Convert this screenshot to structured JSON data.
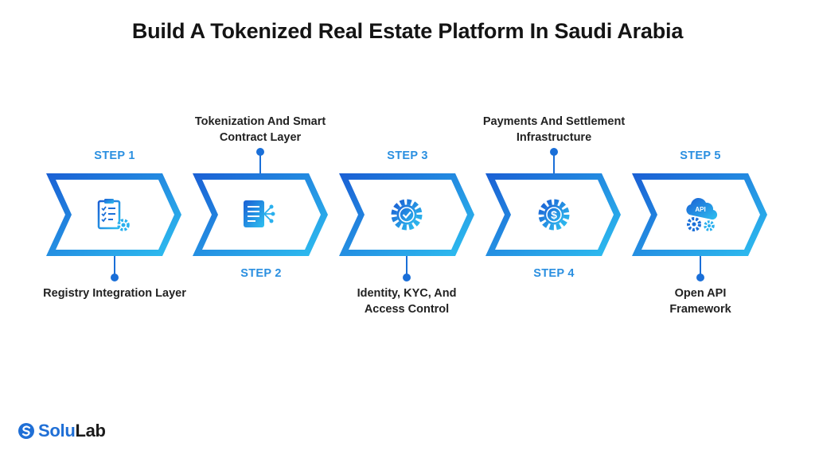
{
  "title": "Build A Tokenized Real Estate Platform In Saudi Arabia",
  "steps": [
    {
      "label": "STEP 1",
      "text": "Registry Integration Layer",
      "icon": "clipboard-checklist-gear-icon"
    },
    {
      "label": "STEP 2",
      "text": "Tokenization And Smart Contract Layer",
      "icon": "document-network-icon"
    },
    {
      "label": "STEP 3",
      "text": "Identity, KYC, And Access Control",
      "icon": "gear-checkmark-icon"
    },
    {
      "label": "STEP 4",
      "text": "Payments And Settlement Infrastructure",
      "icon": "gear-dollar-icon"
    },
    {
      "label": "STEP 5",
      "text": "Open API Framework",
      "icon": "cloud-api-gears-icon"
    }
  ],
  "logo": {
    "part1": "Solu",
    "part2": "Lab"
  },
  "colors": {
    "gradient_start": "#1a5fd4",
    "gradient_end": "#2ec0f0",
    "step_label": "#2a8fe0"
  }
}
